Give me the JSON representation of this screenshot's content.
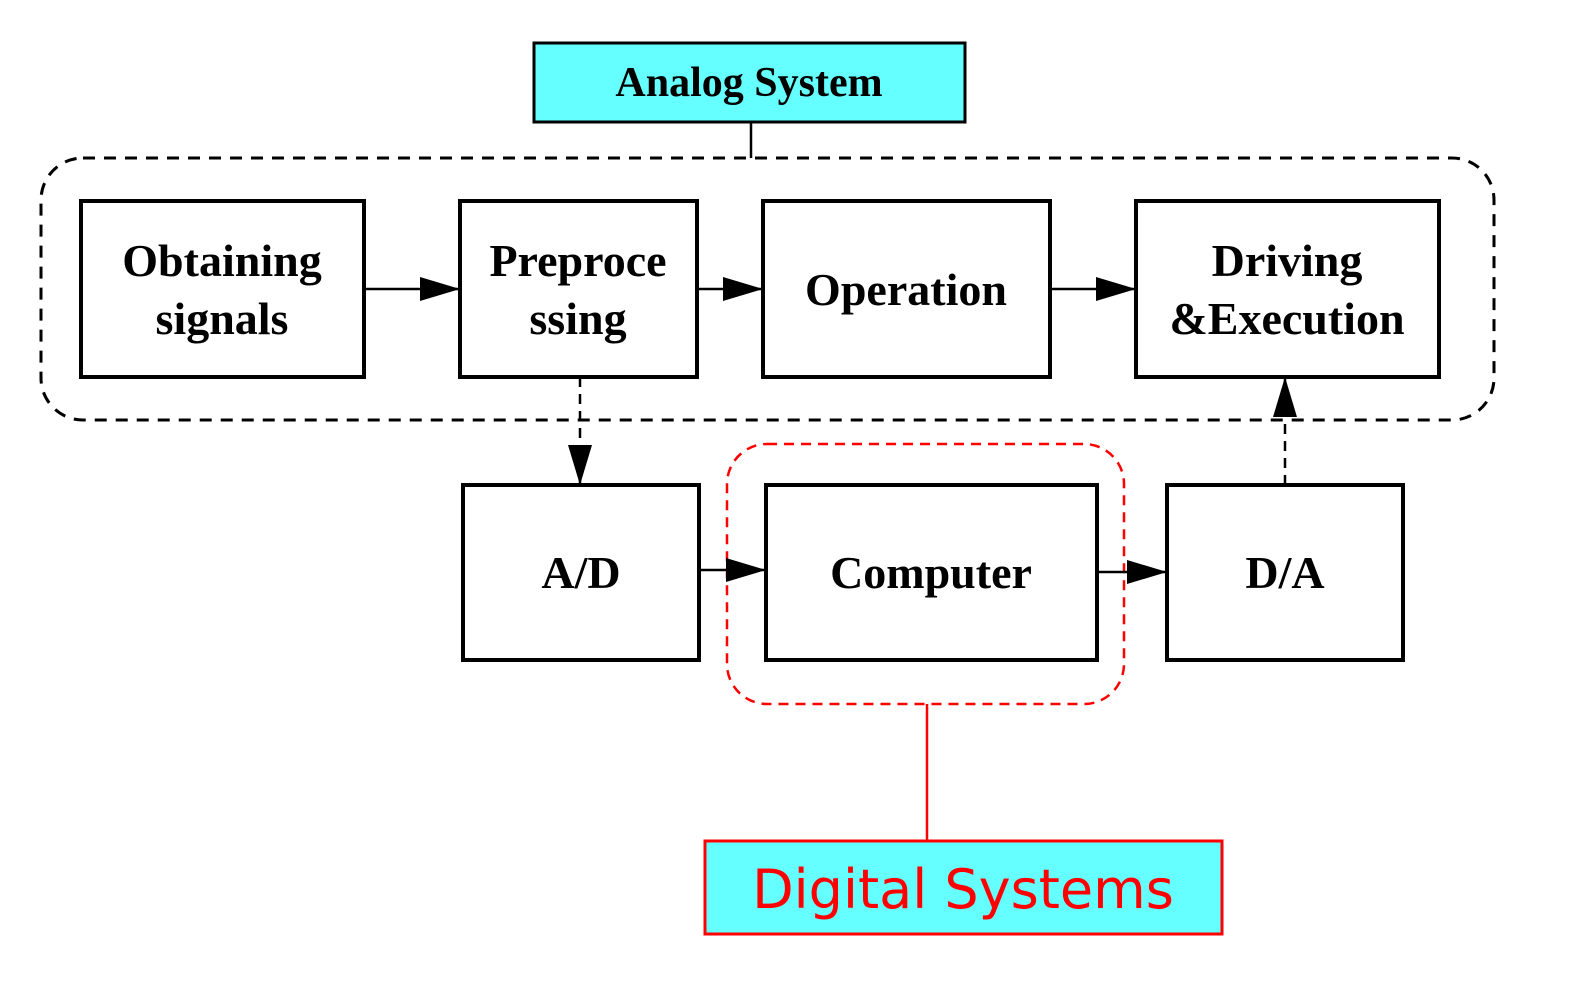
{
  "analog_label": "Analog System",
  "digital_label": "Digital Systems",
  "nodes": {
    "obtaining": [
      "Obtaining",
      "signals"
    ],
    "preprocessing": [
      "Preproce",
      "ssing"
    ],
    "operation": [
      "Operation"
    ],
    "driving": [
      "Driving",
      "&Execution"
    ],
    "ad": [
      "A/D"
    ],
    "computer": [
      "Computer"
    ],
    "da": [
      "D/A"
    ]
  },
  "colors": {
    "label_fill": "#66ffff",
    "digital_accent": "#ff0000",
    "line": "#000000"
  }
}
